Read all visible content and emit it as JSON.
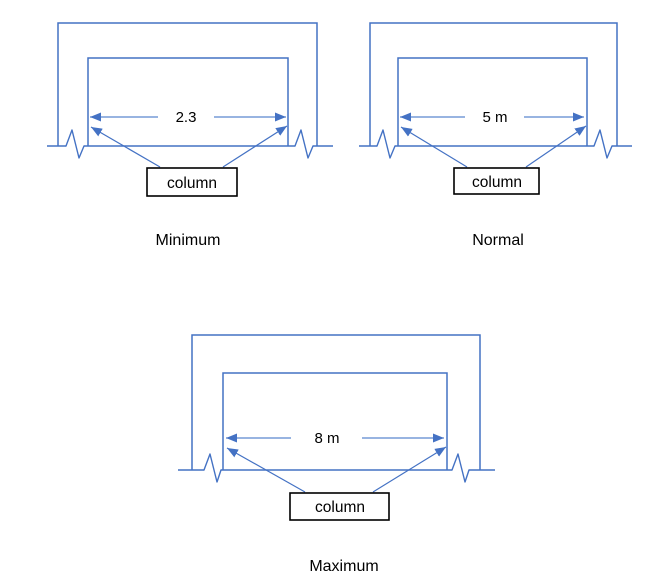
{
  "palette": {
    "line_blue": "#4472C4",
    "dimension_line_blue": "#5b86cf",
    "box_border": "#000000",
    "text_color": "#000000",
    "background": "#ffffff"
  },
  "diagrams": [
    {
      "name": "minimum-spacing",
      "dimension_label": "2.3",
      "column_label": "column",
      "caption": "Minimum"
    },
    {
      "name": "normal-spacing",
      "dimension_label": "5 m",
      "column_label": "column",
      "caption": "Normal"
    },
    {
      "name": "maximum-spacing",
      "dimension_label": "8 m",
      "column_label": "column",
      "caption": "Maximum"
    }
  ]
}
